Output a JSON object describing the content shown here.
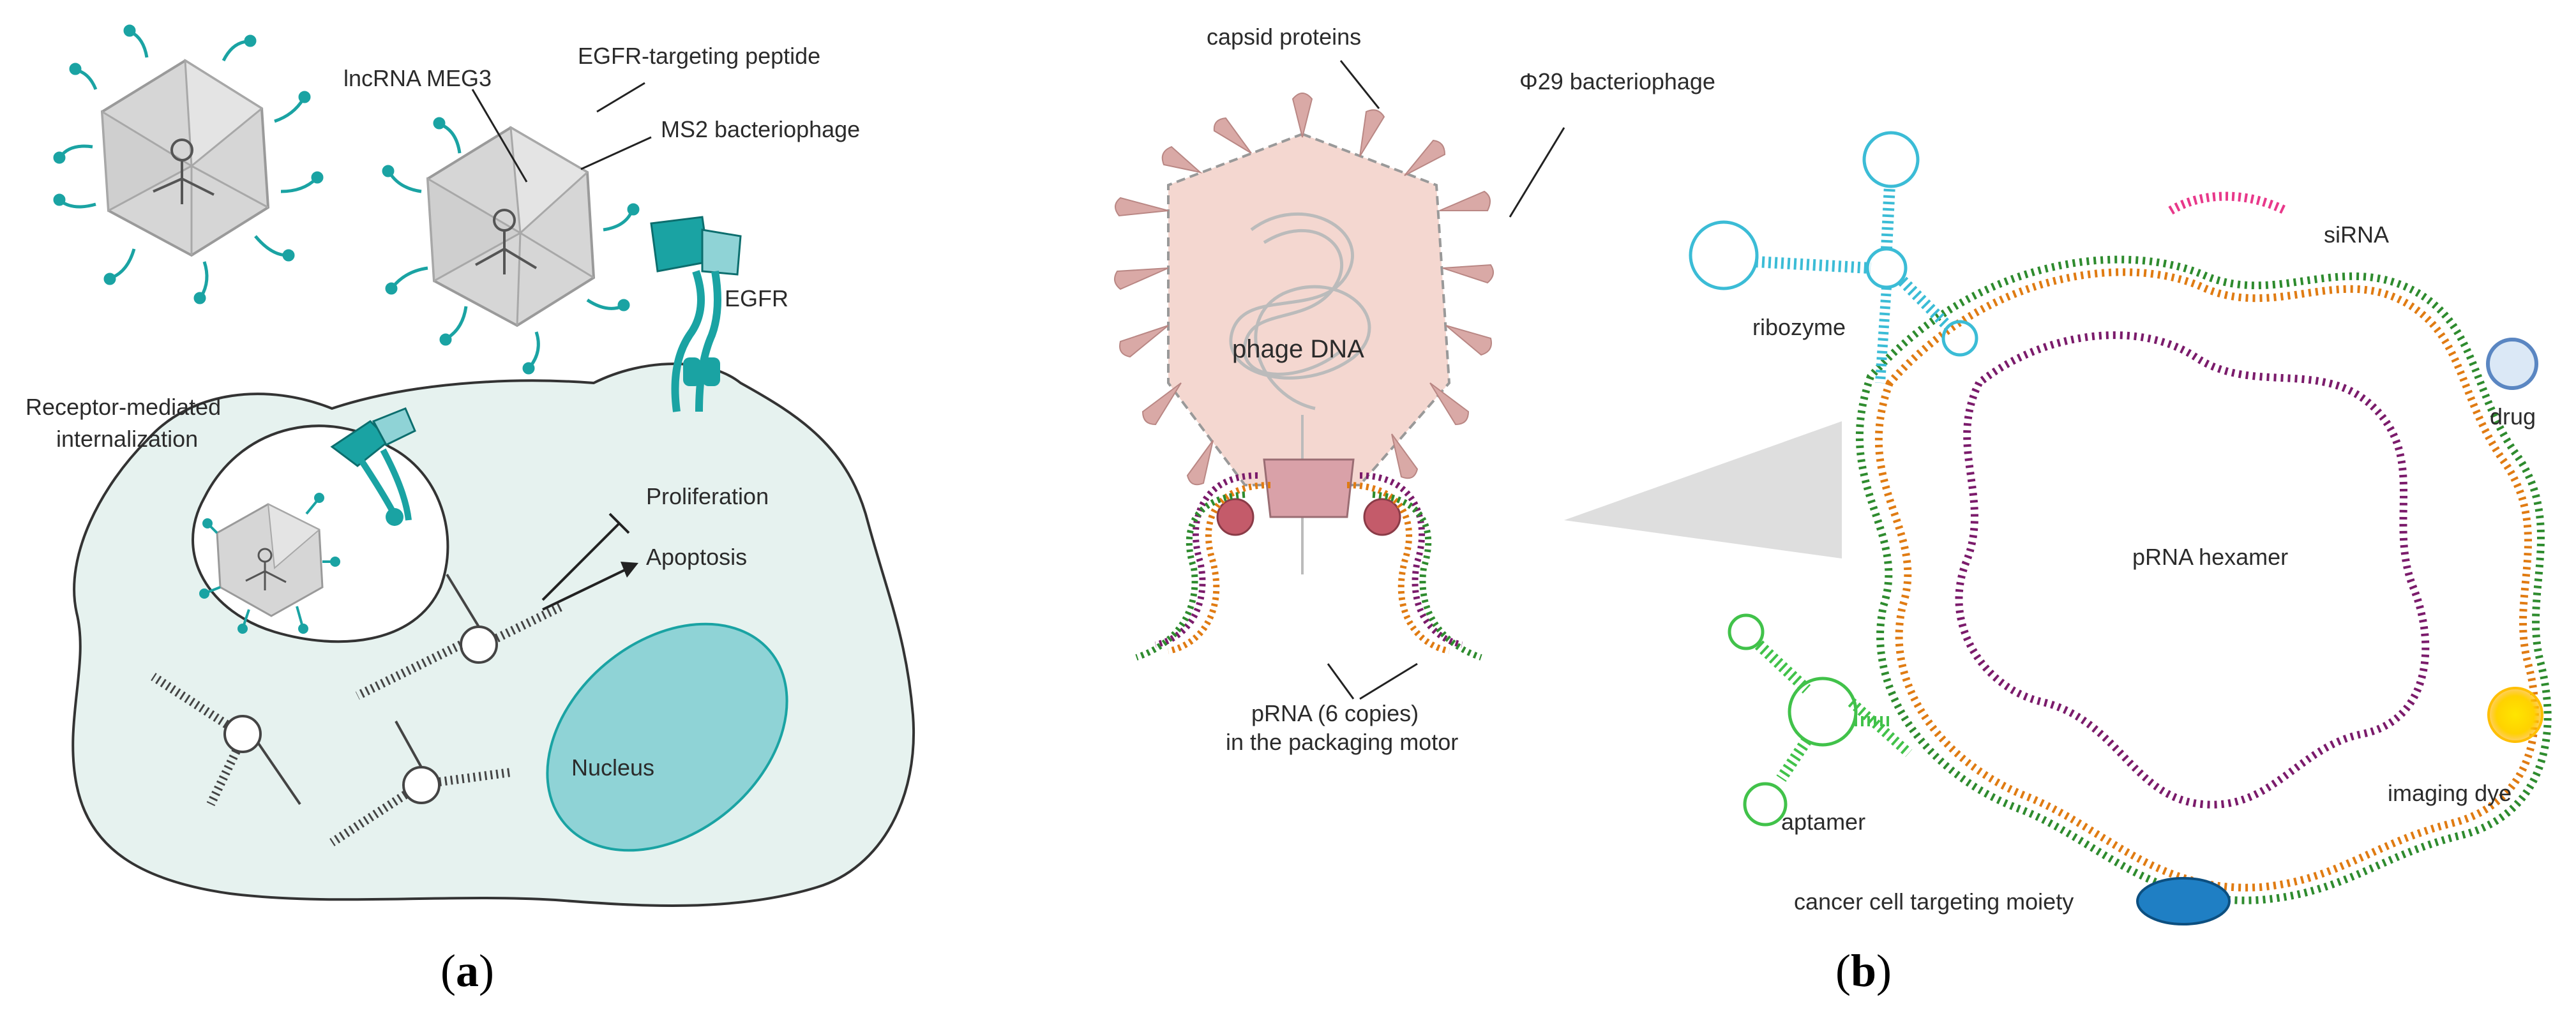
{
  "panel_a": {
    "labels": {
      "lncrna": "lncRNA MEG3",
      "egfr_peptide": "EGFR-targeting peptide",
      "ms2": "MS2 bacteriophage",
      "egfr": "EGFR",
      "receptor_line1": "Receptor-mediated",
      "receptor_line2": "internalization",
      "proliferation": "Proliferation",
      "apoptosis": "Apoptosis",
      "nucleus": "Nucleus"
    },
    "caption_open": "(",
    "caption_letter": "a",
    "caption_close": ")"
  },
  "panel_b": {
    "labels": {
      "capsid": "capsid proteins",
      "phi29": "Φ29 bacteriophage",
      "phage_dna": "phage DNA",
      "prna_line1": "pRNA (6 copies)",
      "prna_line2": "in the packaging motor",
      "ribozyme": "ribozyme",
      "sirna": "siRNA",
      "drug": "drug",
      "hexamer": "pRNA hexamer",
      "aptamer": "aptamer",
      "imaging_dye": "imaging dye",
      "targeting": "cancer cell targeting moiety"
    },
    "caption_open": "(",
    "caption_letter": "b",
    "caption_close": ")"
  },
  "colors": {
    "teal": "#1aa3a3",
    "cell_fill": "#e6f2ef",
    "nucleus": "#8fd3d6",
    "capsid_pink": "#f4d7d0",
    "spike_pink": "#d9a9a6",
    "green": "#2e8b2e",
    "orange": "#e07b12",
    "purple": "#7b1b6b",
    "cyan": "#3bbcd6",
    "magenta": "#e8388a",
    "light_green": "#41c24a"
  }
}
